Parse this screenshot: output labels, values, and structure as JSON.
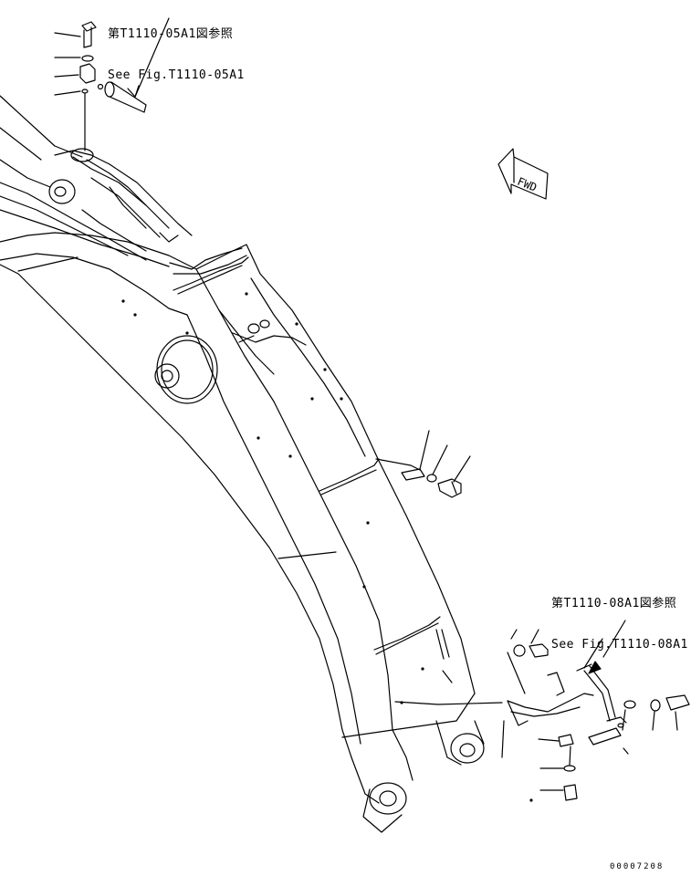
{
  "references": {
    "top": {
      "line1": "第T1110-05A1図参照",
      "line2": "See Fig.T1110-05A1"
    },
    "bottom": {
      "line1": "第T1110-08A1図参照",
      "line2": "See Fig.T1110-08A1"
    }
  },
  "direction_marker": {
    "label": "FWD"
  },
  "drawing_number": "00007208",
  "colors": {
    "line": "#000000",
    "background": "#ffffff"
  }
}
